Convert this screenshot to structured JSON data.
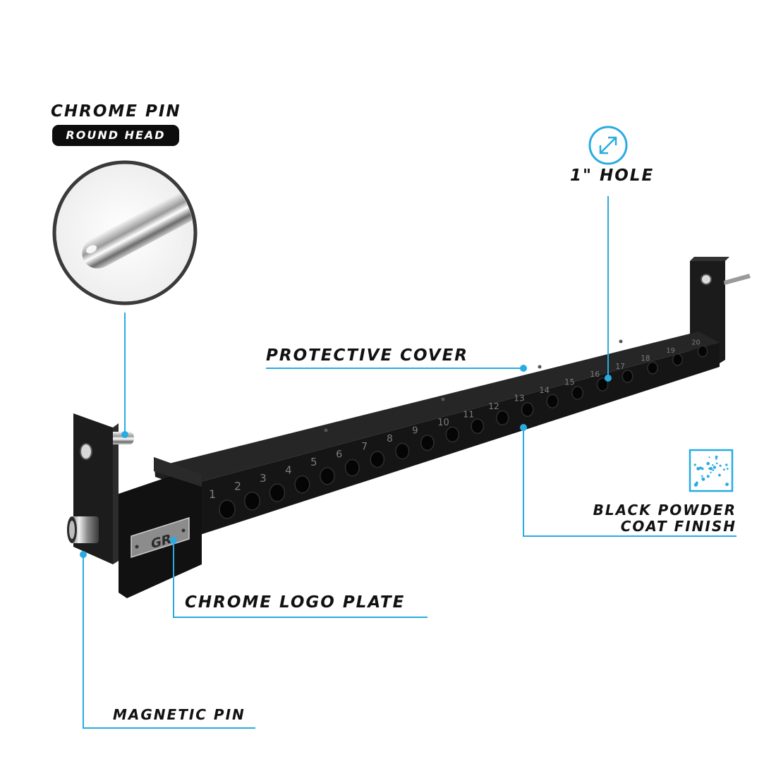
{
  "callouts": {
    "chrome_pin": {
      "title": "CHROME PIN",
      "badge": "ROUND HEAD"
    },
    "hole": "1\" HOLE",
    "protective_cover": "PROTECTIVE COVER",
    "finish": {
      "line1": "BLACK POWDER",
      "line2": "COAT FINISH"
    },
    "logo_plate": "CHROME LOGO  PLATE",
    "magnetic_pin": "MAGNETIC PIN"
  },
  "logo": {
    "text": "GR"
  },
  "hole_numbers": [
    "1",
    "2",
    "3",
    "4",
    "5",
    "6",
    "7",
    "8",
    "9",
    "10",
    "11",
    "12",
    "13",
    "14",
    "15",
    "16",
    "17",
    "18",
    "19",
    "20"
  ],
  "icons": {
    "hole": "diagonal-resize-arrow-icon",
    "finish": "powder-texture-icon"
  },
  "colors": {
    "accent": "#29abe2",
    "text": "#111111",
    "badge": "#0d0d0d",
    "steel": "#1b1b1b"
  }
}
